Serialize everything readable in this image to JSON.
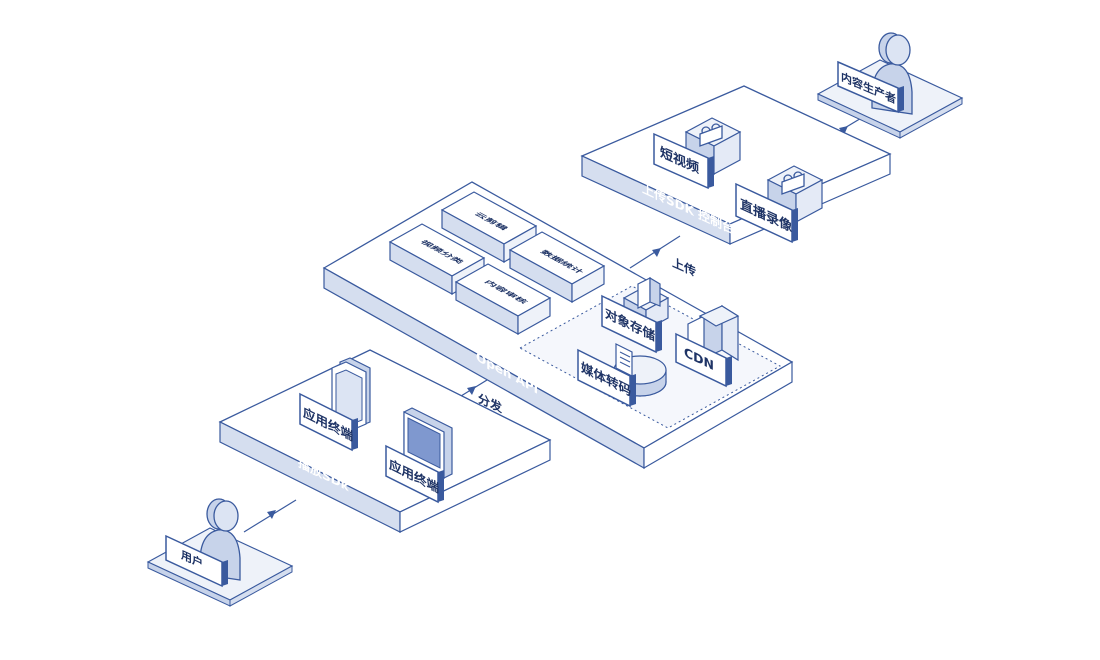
{
  "nodes": {
    "producer": "内容生产者",
    "user": "用户"
  },
  "upload_platform": {
    "label": "上传SDK 控制台",
    "items": [
      "短视频",
      "直播录像"
    ]
  },
  "center_platform": {
    "label": "Open API",
    "blocks": [
      "云剪辑",
      "视频分类",
      "数据统计",
      "内容审核"
    ],
    "services": [
      "对象存储",
      "媒体转码",
      "CDN"
    ]
  },
  "play_platform": {
    "label": "播放SDk",
    "items": [
      "应用终端",
      "应用终端"
    ]
  },
  "edges": {
    "upload": "上传",
    "distribute": "分发"
  },
  "colors": {
    "stroke": "#3a5a9e",
    "face": "#ffffff",
    "band": "#d5deef",
    "top": "#eef2f9",
    "side": "#c7d3ea",
    "screen": "#7f98cf"
  }
}
